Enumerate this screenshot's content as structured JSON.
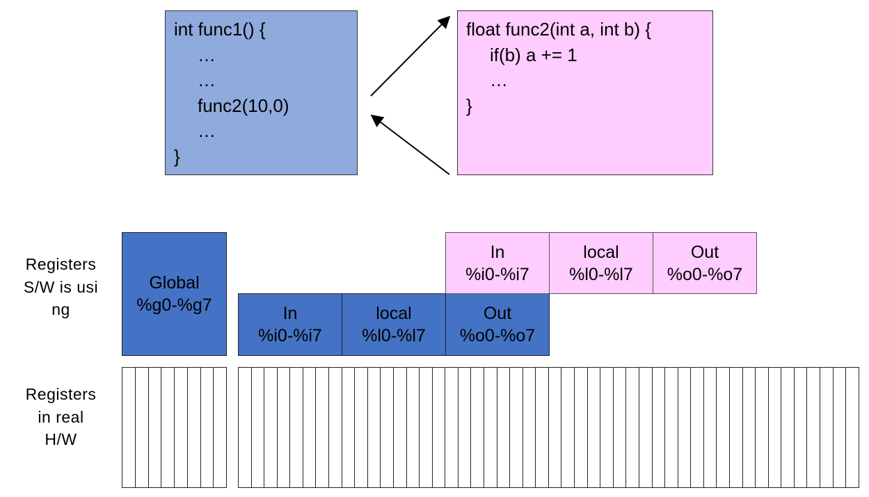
{
  "code": {
    "func1": [
      "int func1() {",
      "…",
      "…",
      "func2(10,0)",
      "…",
      "}"
    ],
    "func2": [
      "float func2(int a, int b) {",
      "if(b) a += 1",
      "…",
      "}"
    ]
  },
  "labels": {
    "sw": [
      "Registers",
      "S/W is usi",
      "ng"
    ],
    "hw": [
      "Registers",
      "in real",
      "H/W"
    ]
  },
  "registers": {
    "global": {
      "name": "Global",
      "range": "%g0-%g7"
    },
    "func1_window": [
      {
        "name": "In",
        "range": "%i0-%i7"
      },
      {
        "name": "local",
        "range": "%l0-%l7"
      },
      {
        "name": "Out",
        "range": "%o0-%o7"
      }
    ],
    "func2_window": [
      {
        "name": "In",
        "range": "%i0-%i7"
      },
      {
        "name": "local",
        "range": "%l0-%l7"
      },
      {
        "name": "Out",
        "range": "%o0-%o7"
      }
    ]
  },
  "hardware": {
    "global_cells": 8,
    "window_cells": 48
  },
  "colors": {
    "func1": "#8faadc",
    "func2": "#ffccff",
    "sw_blue": "#4472c4",
    "sw_pink": "#ffccff"
  }
}
